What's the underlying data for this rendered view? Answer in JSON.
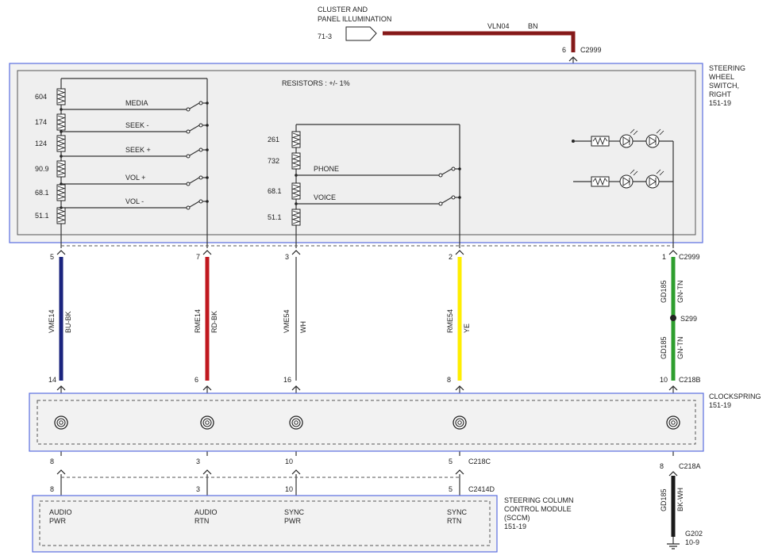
{
  "source_block": {
    "line1": "CLUSTER AND",
    "line2": "PANEL ILLUMINATION",
    "ref": "71-3"
  },
  "illum_wire": {
    "circuit": "VLN04",
    "color_code": "BN",
    "color": "#8b1a1a"
  },
  "top_connector": {
    "pin": "6",
    "name": "C2999"
  },
  "switch_module": {
    "line1": "STEERING",
    "line2": "WHEEL",
    "line3": "SWITCH,",
    "line4": "RIGHT",
    "ref": "151-19",
    "resistors_note": "RESISTORS : +/- 1%"
  },
  "left_resistors": [
    "604",
    "174",
    "124",
    "90.9",
    "68.1",
    "51.1"
  ],
  "left_switches": [
    "MEDIA",
    "SEEK -",
    "SEEK +",
    "VOL +",
    "VOL -"
  ],
  "right_resistors": [
    "261",
    "732",
    "68.1",
    "51.1"
  ],
  "right_switches": [
    "PHONE",
    "VOICE"
  ],
  "wires": [
    {
      "pin_top": "5",
      "circuit": "VME14",
      "color_code": "BU-BK",
      "color": "#1a237e",
      "pin_clock": "14",
      "pin_c218c": "8",
      "pin_sccm": "8"
    },
    {
      "pin_top": "7",
      "circuit": "RME14",
      "color_code": "RD-BK",
      "color": "#c0181f",
      "pin_clock": "6",
      "pin_c218c": "3",
      "pin_sccm": "3"
    },
    {
      "pin_top": "3",
      "circuit": "VME54",
      "color_code": "WH",
      "color": "#ffffff",
      "pin_clock": "16",
      "pin_c218c": "10",
      "pin_sccm": "10"
    },
    {
      "pin_top": "2",
      "circuit": "RME54",
      "color_code": "YE",
      "color": "#ffee00",
      "pin_clock": "8",
      "pin_c218c": "5",
      "pin_sccm": "5"
    }
  ],
  "ground_wire": {
    "pin_top": "1",
    "conn_top": "C2999",
    "circuit": "GD185",
    "color_code": "GN-TN",
    "color": "#2e9e2e",
    "splice": "S299",
    "pin_clock": "10",
    "conn_clock": "C218B",
    "pin_c218a": "8",
    "conn_c218a": "C218A",
    "circuit2": "GD185",
    "color_code2": "BK-WH",
    "color2": "#1a1a1a",
    "ground": "G202",
    "ground_ref": "10-9"
  },
  "clockspring": {
    "name": "CLOCKSPRING",
    "ref": "151-19"
  },
  "c218c_label": "C218C",
  "c2414d_label": "C2414D",
  "sccm": {
    "line1": "STEERING COLUMN",
    "line2": "CONTROL MODULE",
    "line3": "(SCCM)",
    "ref": "151-19",
    "pins": [
      {
        "l1": "AUDIO",
        "l2": "PWR"
      },
      {
        "l1": "AUDIO",
        "l2": "RTN"
      },
      {
        "l1": "SYNC",
        "l2": "PWR"
      },
      {
        "l1": "SYNC",
        "l2": "RTN"
      }
    ]
  }
}
